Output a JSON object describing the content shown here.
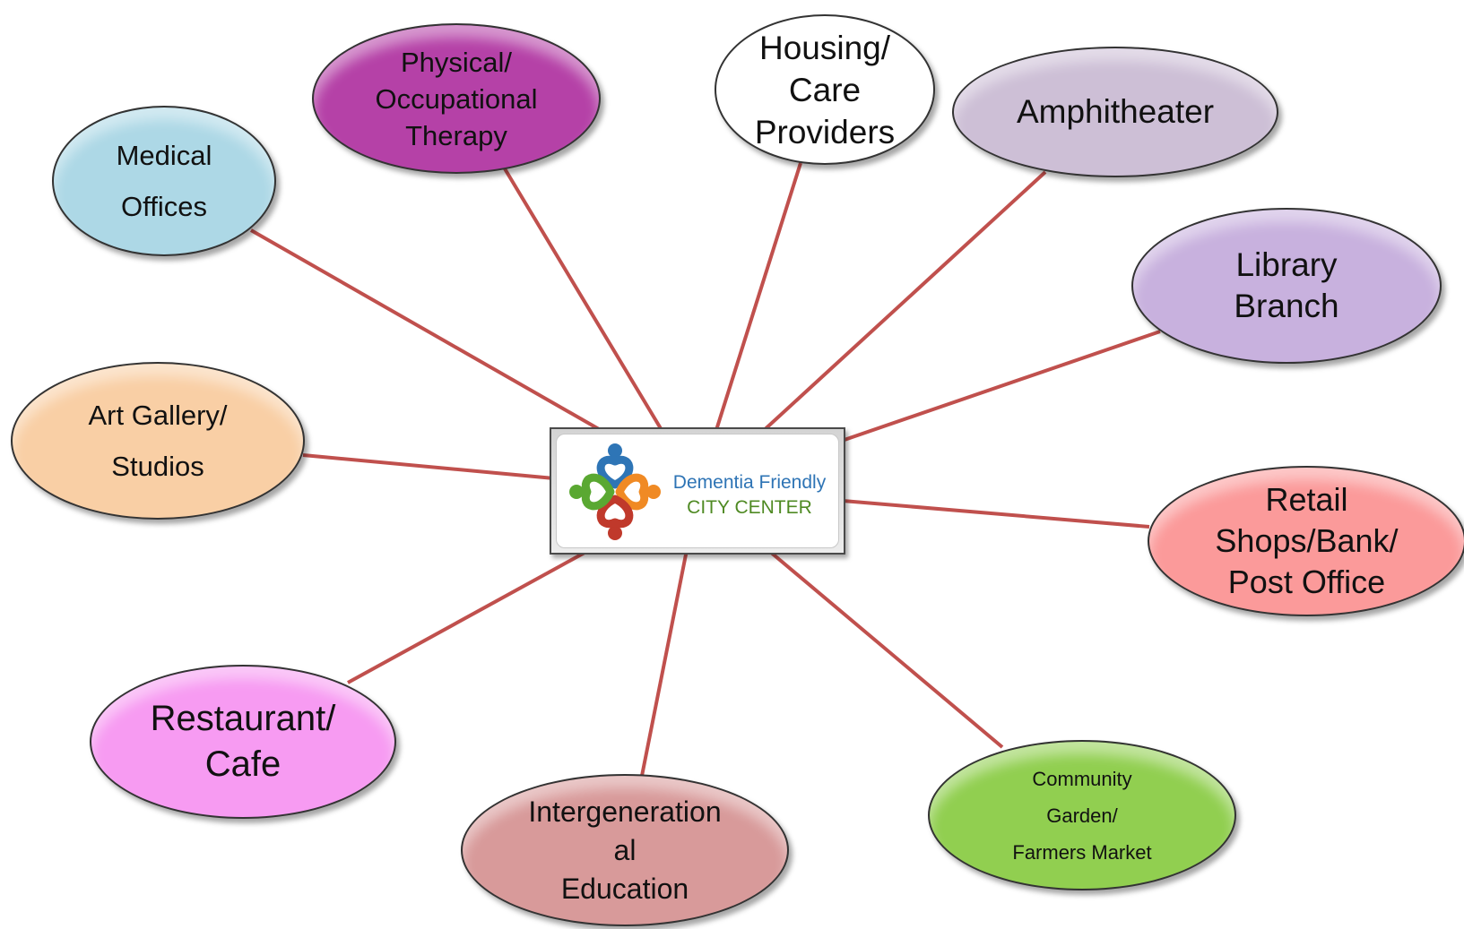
{
  "center": {
    "line1": "Dementia Friendly",
    "line2": "CITY CENTER"
  },
  "connector_color": "#c0504d",
  "nodes": [
    {
      "id": "medical",
      "lines": [
        "Medical",
        "Offices"
      ],
      "color": "#add8e6"
    },
    {
      "id": "physical",
      "lines": [
        "Physical/",
        "Occupational",
        "Therapy"
      ],
      "color": "#b541a7"
    },
    {
      "id": "housing",
      "lines": [
        "Housing/",
        "Care",
        "Providers"
      ],
      "color": "#ffffff"
    },
    {
      "id": "amphi",
      "lines": [
        "Amphitheater"
      ],
      "color": "#cdbfd6"
    },
    {
      "id": "library",
      "lines": [
        "Library",
        "Branch"
      ],
      "color": "#c8b1de"
    },
    {
      "id": "art",
      "lines": [
        "Art Gallery/",
        "Studios"
      ],
      "color": "#f9cfa5"
    },
    {
      "id": "retail",
      "lines": [
        "Retail",
        "Shops/Bank/",
        "Post Office"
      ],
      "color": "#fb9a9a"
    },
    {
      "id": "restaurant",
      "lines": [
        "Restaurant/",
        "Cafe"
      ],
      "color": "#f79bf2"
    },
    {
      "id": "intergen",
      "lines": [
        "Intergeneration",
        "al",
        "Education"
      ],
      "color": "#d89a9a"
    },
    {
      "id": "community",
      "lines": [
        "Community",
        "Garden/",
        "Farmers Market"
      ],
      "color": "#91cf50"
    }
  ]
}
